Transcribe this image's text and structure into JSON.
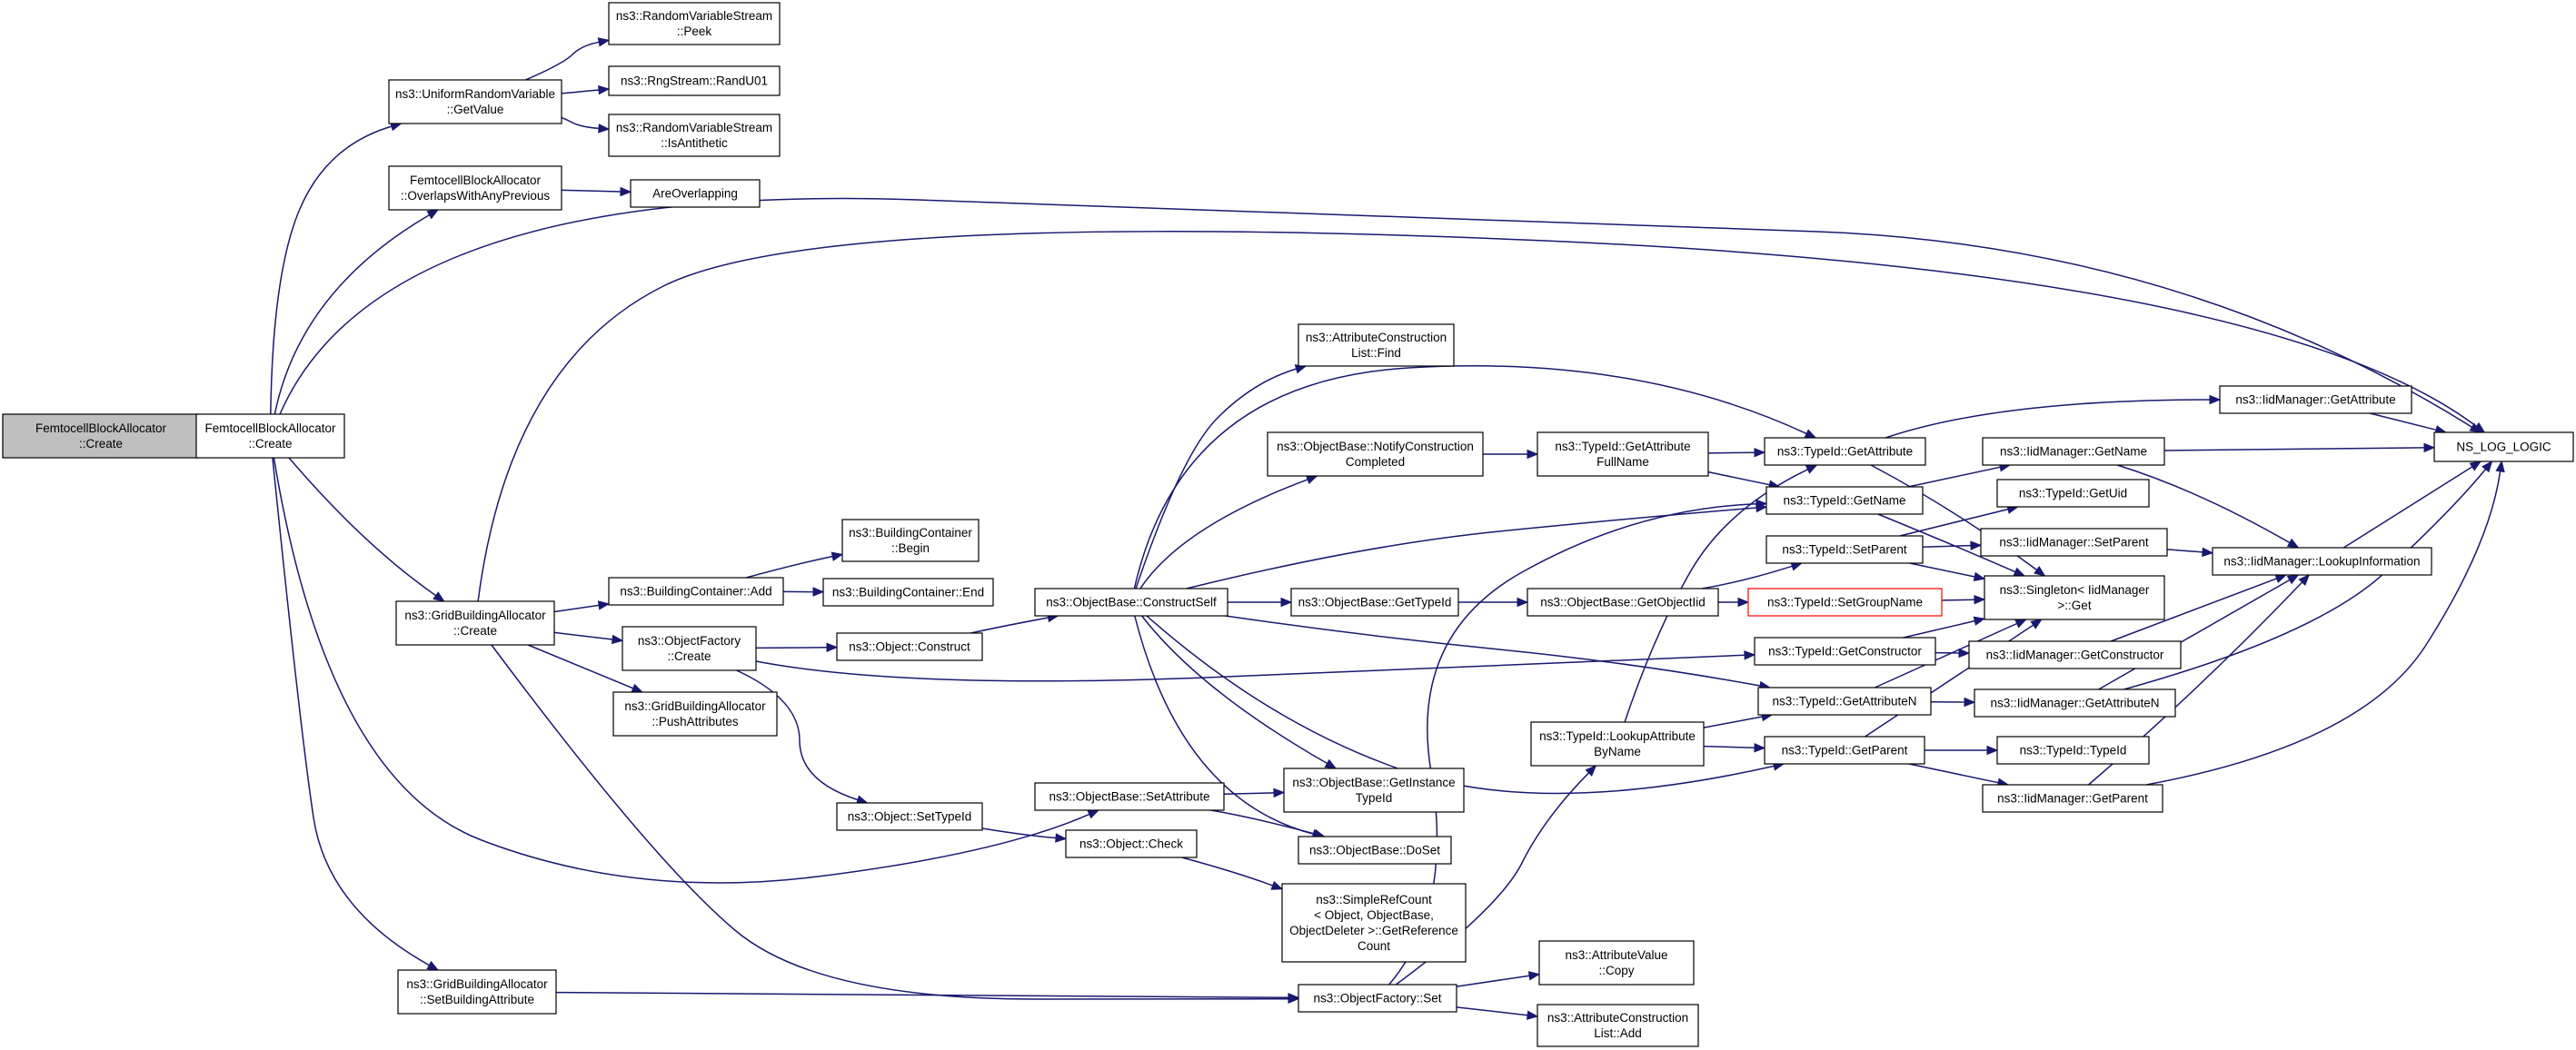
{
  "colors": {
    "edge": "#191970",
    "root_fill": "#bfbfbf",
    "highlight_border": "#ff0000",
    "node_border": "#000000"
  },
  "nodes": [
    {
      "id": "root",
      "lines": [
        "FemtocellBlockAllocator",
        "::Create"
      ]
    },
    {
      "id": "fba_create",
      "lines": [
        "FemtocellBlockAllocator",
        "::Create"
      ]
    },
    {
      "id": "urv_getvalue",
      "lines": [
        "ns3::UniformRandomVariable",
        "::GetValue"
      ]
    },
    {
      "id": "rvs_peek",
      "lines": [
        "ns3::RandomVariableStream",
        "::Peek"
      ]
    },
    {
      "id": "rng_randu01",
      "lines": [
        "ns3::RngStream::RandU01"
      ]
    },
    {
      "id": "rvs_isanti",
      "lines": [
        "ns3::RandomVariableStream",
        "::IsAntithetic"
      ]
    },
    {
      "id": "fba_overlaps",
      "lines": [
        "FemtocellBlockAllocator",
        "::OverlapsWithAnyPrevious"
      ]
    },
    {
      "id": "areoverlapping",
      "lines": [
        "AreOverlapping"
      ]
    },
    {
      "id": "nslog",
      "lines": [
        "NS_LOG_LOGIC"
      ]
    },
    {
      "id": "gba_create",
      "lines": [
        "ns3::GridBuildingAllocator",
        "::Create"
      ]
    },
    {
      "id": "bc_add",
      "lines": [
        "ns3::BuildingContainer::Add"
      ]
    },
    {
      "id": "bc_begin",
      "lines": [
        "ns3::BuildingContainer",
        "::Begin"
      ]
    },
    {
      "id": "bc_end",
      "lines": [
        "ns3::BuildingContainer::End"
      ]
    },
    {
      "id": "of_create",
      "lines": [
        "ns3::ObjectFactory",
        "::Create"
      ]
    },
    {
      "id": "gba_push",
      "lines": [
        "ns3::GridBuildingAllocator",
        "::PushAttributes"
      ]
    },
    {
      "id": "obj_construct",
      "lines": [
        "ns3::Object::Construct"
      ]
    },
    {
      "id": "obj_settypeid",
      "lines": [
        "ns3::Object::SetTypeId"
      ]
    },
    {
      "id": "ob_constructself",
      "lines": [
        "ns3::ObjectBase::ConstructSelf"
      ]
    },
    {
      "id": "acl_find",
      "lines": [
        "ns3::AttributeConstruction",
        "List::Find"
      ]
    },
    {
      "id": "ob_notify",
      "lines": [
        "ns3::ObjectBase::NotifyConstruction",
        "Completed"
      ]
    },
    {
      "id": "ob_gettypeid",
      "lines": [
        "ns3::ObjectBase::GetTypeId"
      ]
    },
    {
      "id": "ob_setattribute",
      "lines": [
        "ns3::ObjectBase::SetAttribute"
      ]
    },
    {
      "id": "obj_check",
      "lines": [
        "ns3::Object::Check"
      ]
    },
    {
      "id": "ob_getinstance",
      "lines": [
        "ns3::ObjectBase::GetInstance",
        "TypeId"
      ]
    },
    {
      "id": "ob_doset",
      "lines": [
        "ns3::ObjectBase::DoSet"
      ]
    },
    {
      "id": "src_getref",
      "lines": [
        "ns3::SimpleRefCount",
        "< Object, ObjectBase,",
        "ObjectDeleter >::GetReference",
        "Count"
      ]
    },
    {
      "id": "gba_setbuilding",
      "lines": [
        "ns3::GridBuildingAllocator",
        "::SetBuildingAttribute"
      ]
    },
    {
      "id": "of_set",
      "lines": [
        "ns3::ObjectFactory::Set"
      ]
    },
    {
      "id": "tid_getattrfull",
      "lines": [
        "ns3::TypeId::GetAttribute",
        "FullName"
      ]
    },
    {
      "id": "ob_getobjectiid",
      "lines": [
        "ns3::ObjectBase::GetObjectIid"
      ]
    },
    {
      "id": "tid_lookupattr",
      "lines": [
        "ns3::TypeId::LookupAttribute",
        "ByName"
      ]
    },
    {
      "id": "av_copy",
      "lines": [
        "ns3::AttributeValue",
        "::Copy"
      ]
    },
    {
      "id": "acl_add",
      "lines": [
        "ns3::AttributeConstruction",
        "List::Add"
      ]
    },
    {
      "id": "tid_getattribute",
      "lines": [
        "ns3::TypeId::GetAttribute"
      ]
    },
    {
      "id": "tid_getname",
      "lines": [
        "ns3::TypeId::GetName"
      ]
    },
    {
      "id": "tid_setparent",
      "lines": [
        "ns3::TypeId::SetParent"
      ]
    },
    {
      "id": "tid_setgroupname",
      "lines": [
        "ns3::TypeId::SetGroupName"
      ],
      "highlight": true
    },
    {
      "id": "tid_getconstructor",
      "lines": [
        "ns3::TypeId::GetConstructor"
      ]
    },
    {
      "id": "tid_getattributen",
      "lines": [
        "ns3::TypeId::GetAttributeN"
      ]
    },
    {
      "id": "tid_getparent",
      "lines": [
        "ns3::TypeId::GetParent"
      ]
    },
    {
      "id": "iid_getattribute",
      "lines": [
        "ns3::IidManager::GetAttribute"
      ]
    },
    {
      "id": "iid_getname",
      "lines": [
        "ns3::IidManager::GetName"
      ]
    },
    {
      "id": "tid_getuid",
      "lines": [
        "ns3::TypeId::GetUid"
      ]
    },
    {
      "id": "iid_setparent",
      "lines": [
        "ns3::IidManager::SetParent"
      ]
    },
    {
      "id": "singleton_get",
      "lines": [
        "ns3::Singleton< IidManager",
        ">::Get"
      ]
    },
    {
      "id": "iid_getconstructor",
      "lines": [
        "ns3::IidManager::GetConstructor"
      ]
    },
    {
      "id": "iid_getattributen",
      "lines": [
        "ns3::IidManager::GetAttributeN"
      ]
    },
    {
      "id": "tid_typeid",
      "lines": [
        "ns3::TypeId::TypeId"
      ]
    },
    {
      "id": "iid_getparent",
      "lines": [
        "ns3::IidManager::GetParent"
      ]
    },
    {
      "id": "iid_lookupinfo",
      "lines": [
        "ns3::IidManager::LookupInformation"
      ]
    }
  ]
}
